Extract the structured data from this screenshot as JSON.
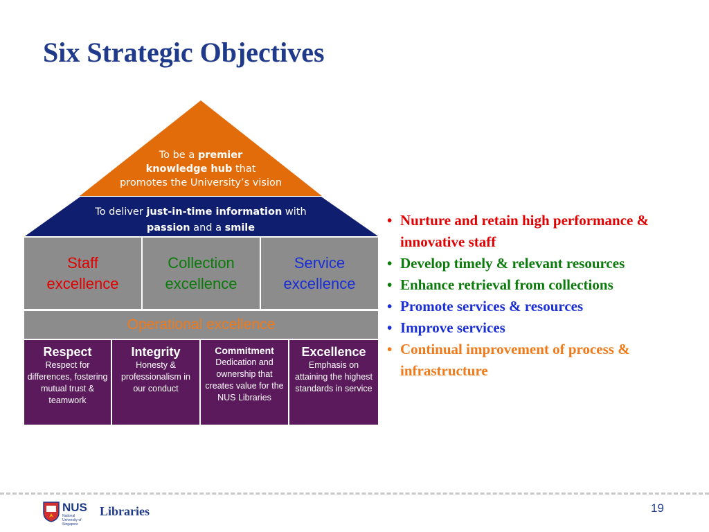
{
  "slide": {
    "title": "Six Strategic Objectives",
    "page_number": "19"
  },
  "roof": {
    "line1_pre": "To be a ",
    "line1_bold": "premier",
    "line2_bold": "knowledge hub",
    "line2_post": " that",
    "line3": "promotes the University’s vision"
  },
  "band": {
    "pre": "To deliver ",
    "bold1": "just-in-time information",
    "mid": " with",
    "bold2": "passion",
    "and": " and a ",
    "bold3": "smile"
  },
  "pillars": [
    {
      "line1": "Staff",
      "line2": "excellence",
      "color": "#e00000"
    },
    {
      "line1": "Collection",
      "line2": "excellence",
      "color": "#0a7a0a"
    },
    {
      "line1": "Service",
      "line2": "excellence",
      "color": "#1a2ed6"
    }
  ],
  "operational": "Operational excellence",
  "values": [
    {
      "heading": "Respect",
      "body": "Respect for differences, fostering mutual trust & teamwork"
    },
    {
      "heading": "Integrity",
      "body": "Honesty & professionalism in our conduct"
    },
    {
      "heading": "Commitment",
      "body": "Dedication and ownership that creates value for the NUS Libraries"
    },
    {
      "heading": "Excellence",
      "body": "Emphasis on attaining the highest standards in service"
    }
  ],
  "objectives": [
    {
      "text": "Nurture and retain high performance & innovative staff",
      "color": "#e00000"
    },
    {
      "text": "Develop timely & relevant resources",
      "color": "#0a7a0a"
    },
    {
      "text": "Enhance retrieval from collections",
      "color": "#0a7a0a"
    },
    {
      "text": "Promote services & resources",
      "color": "#1a2ed6"
    },
    {
      "text": "Improve services",
      "color": "#1a2ed6"
    },
    {
      "text": "Continual improvement of process & infrastructure",
      "color": "#f07a1a"
    }
  ],
  "footer": {
    "logo_text": "NUS",
    "logo_sub": "National University of Singapore",
    "libraries": "Libraries"
  },
  "colors": {
    "title": "#1f3a8a",
    "roof": "#e36c0a",
    "band": "#0f1e6e",
    "pillar_bg": "#8c8c8c",
    "values_bg": "#5a1a5c",
    "operational_text": "#f07a1a"
  }
}
